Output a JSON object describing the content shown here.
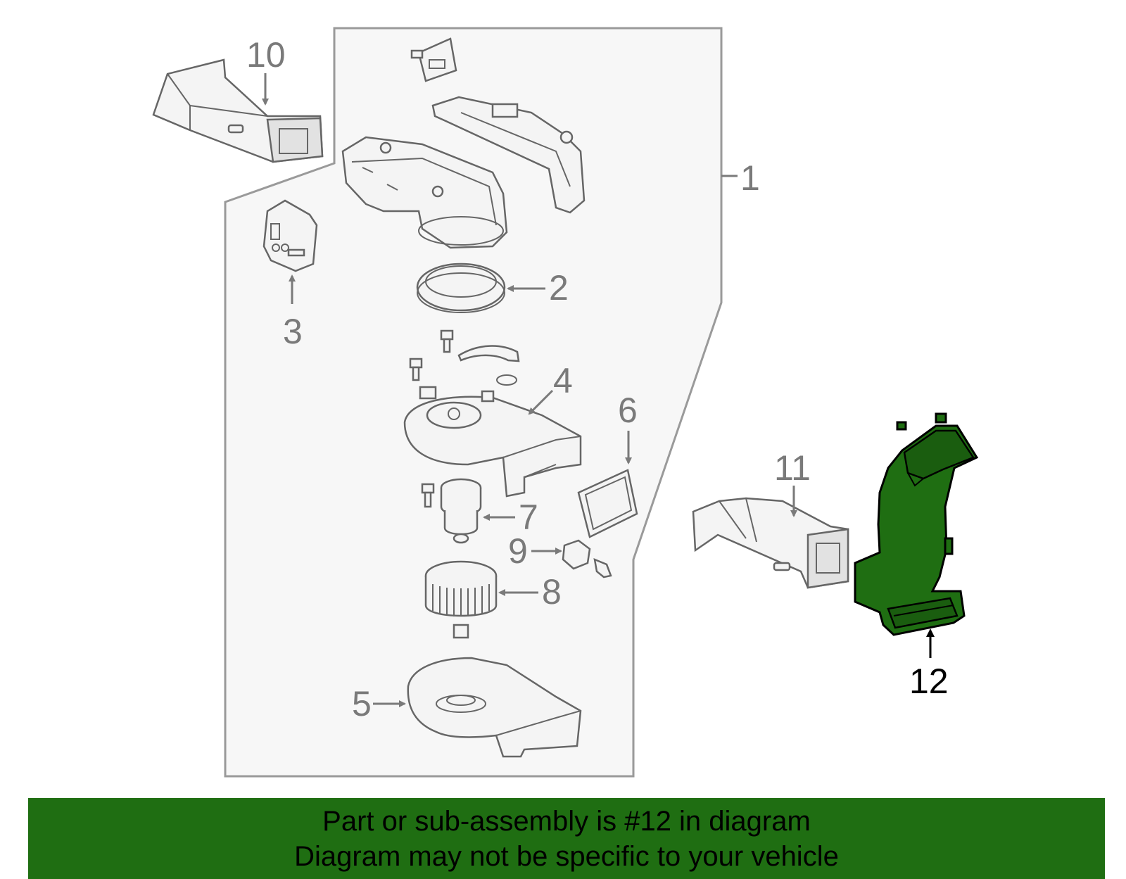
{
  "banner": {
    "line1": "Part or sub-assembly is #12 in diagram",
    "line2": "Diagram may not be specific to your vehicle"
  },
  "callouts": [
    {
      "id": "1",
      "label": "1"
    },
    {
      "id": "2",
      "label": "2"
    },
    {
      "id": "3",
      "label": "3"
    },
    {
      "id": "4",
      "label": "4"
    },
    {
      "id": "5",
      "label": "5"
    },
    {
      "id": "6",
      "label": "6"
    },
    {
      "id": "7",
      "label": "7"
    },
    {
      "id": "8",
      "label": "8"
    },
    {
      "id": "9",
      "label": "9"
    },
    {
      "id": "10",
      "label": "10"
    },
    {
      "id": "11",
      "label": "11"
    },
    {
      "id": "12",
      "label": "12"
    }
  ],
  "highlighted_part": "12",
  "colors": {
    "highlight": "#1f6e12",
    "banner_background": "#1f6e12",
    "callout_gray": "#7a7a7a",
    "panel_fill": "#f7f7f7"
  }
}
